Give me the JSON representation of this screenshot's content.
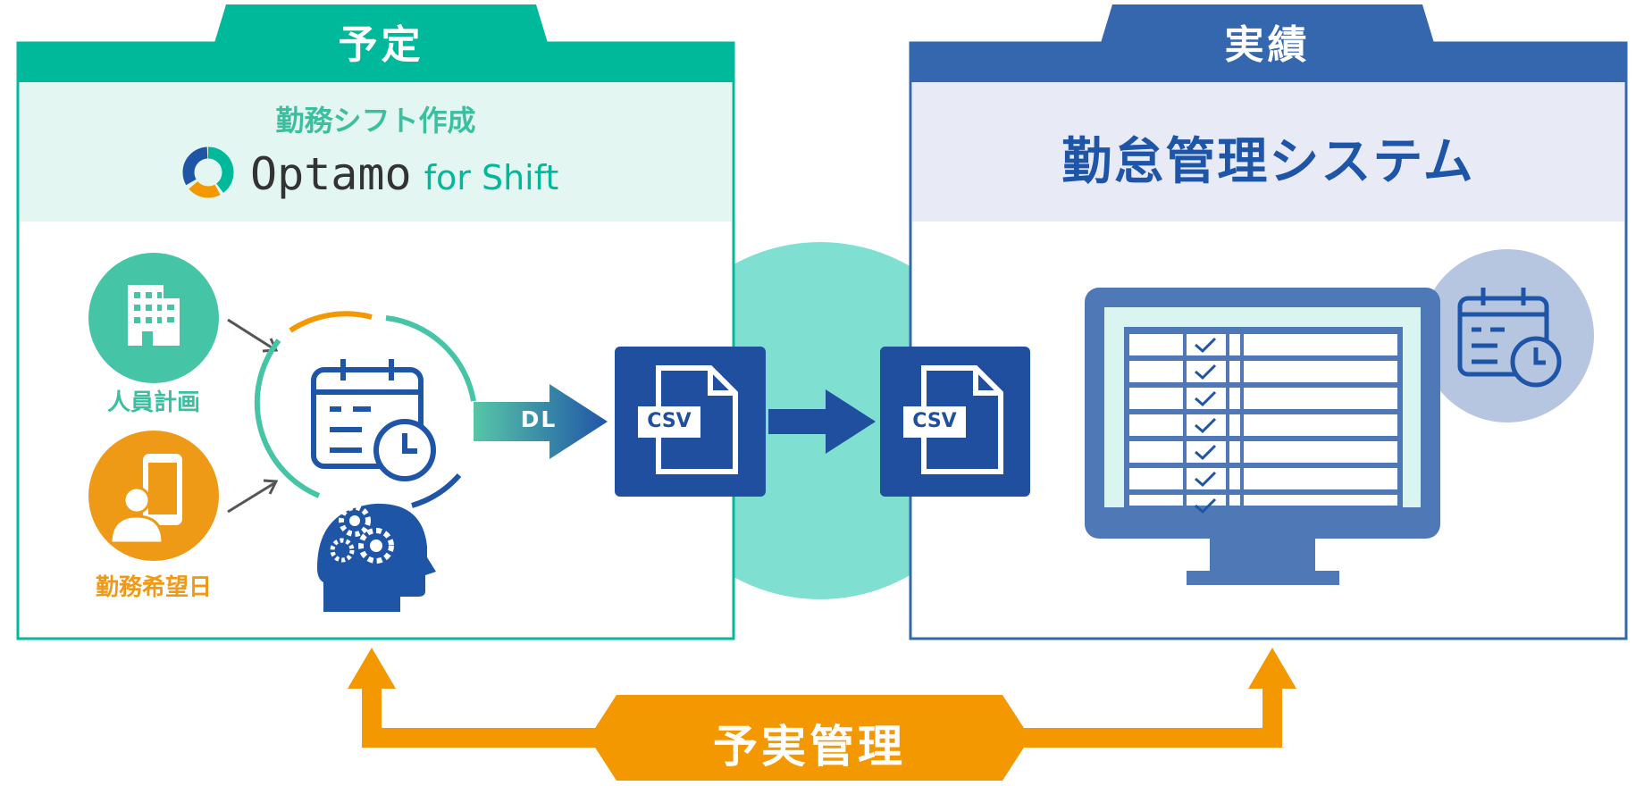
{
  "left_panel": {
    "tab_label": "予定",
    "subtitle": "勤務シフト作成",
    "brand_name": "Optamo",
    "brand_suffix": "for Shift",
    "inputs": [
      {
        "label": "人員計画",
        "icon": "building-icon",
        "color": "#3cbf9f"
      },
      {
        "label": "勤務希望日",
        "icon": "smartphone-user-icon",
        "color": "#ee9a17"
      }
    ],
    "process_icons": [
      "calendar-clock-icon",
      "ai-gears-head-icon"
    ],
    "download_label": "DL",
    "file_label": "CSV",
    "accent_color": "#00b89a"
  },
  "right_panel": {
    "tab_label": "実績",
    "title": "勤怠管理システム",
    "file_label": "CSV",
    "icons": [
      "monitor-checklist-icon",
      "calendar-clock-icon"
    ],
    "accent_color": "#3467ad"
  },
  "bottom": {
    "label": "予実管理",
    "color": "#f39800"
  }
}
